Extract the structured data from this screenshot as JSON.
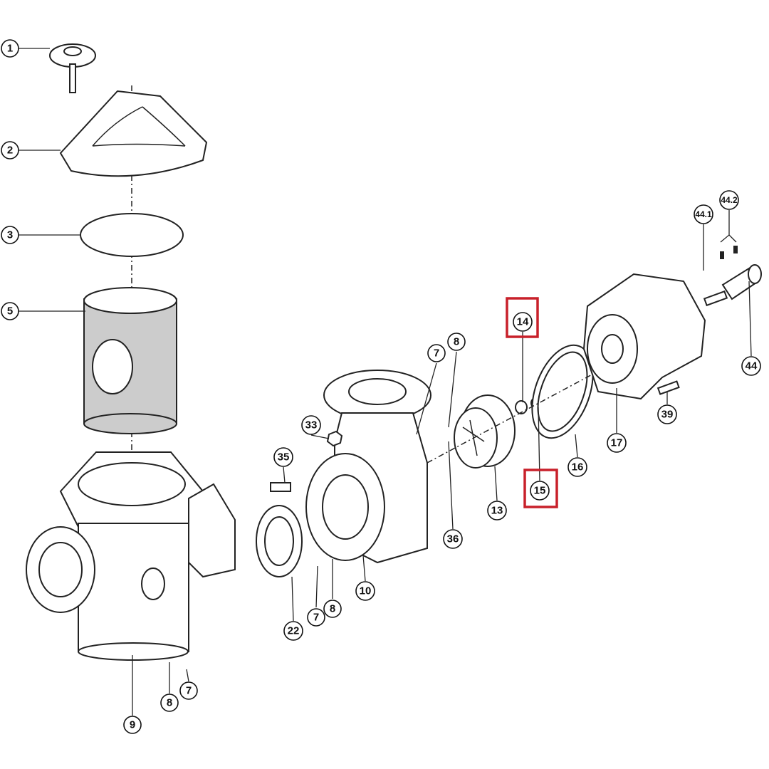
{
  "diagram": {
    "callouts": [
      {
        "id": "1",
        "label": "1"
      },
      {
        "id": "2",
        "label": "2"
      },
      {
        "id": "3",
        "label": "3"
      },
      {
        "id": "5",
        "label": "5"
      },
      {
        "id": "9",
        "label": "9"
      },
      {
        "id": "8a",
        "label": "8"
      },
      {
        "id": "7a",
        "label": "7"
      },
      {
        "id": "35",
        "label": "35"
      },
      {
        "id": "33",
        "label": "33"
      },
      {
        "id": "22",
        "label": "22"
      },
      {
        "id": "7b",
        "label": "7"
      },
      {
        "id": "8b",
        "label": "8"
      },
      {
        "id": "10",
        "label": "10"
      },
      {
        "id": "36",
        "label": "36"
      },
      {
        "id": "8c",
        "label": "8"
      },
      {
        "id": "7c",
        "label": "7"
      },
      {
        "id": "13",
        "label": "13"
      },
      {
        "id": "14",
        "label": "14"
      },
      {
        "id": "15",
        "label": "15"
      },
      {
        "id": "16",
        "label": "16"
      },
      {
        "id": "17",
        "label": "17"
      },
      {
        "id": "39",
        "label": "39"
      },
      {
        "id": "44",
        "label": "44"
      },
      {
        "id": "44-1",
        "label": "44.1"
      },
      {
        "id": "44-2",
        "label": "44.2"
      }
    ],
    "highlighted": [
      "14",
      "15"
    ],
    "highlight_color": "#c8202a"
  }
}
